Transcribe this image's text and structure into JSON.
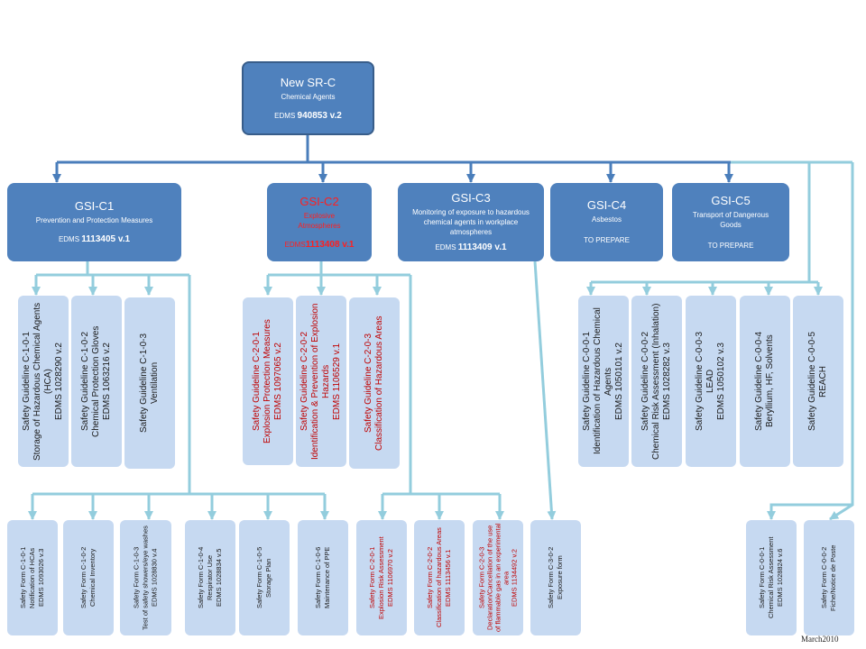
{
  "root": {
    "title": "New SR-C",
    "subtitle": "Chemical Agents",
    "edms_label": "EDMS ",
    "edms_value": "940853 v.2"
  },
  "gsi": {
    "c1": {
      "title": "GSI-C1",
      "desc": "Prevention and Protection Measures",
      "edms_label": "EDMS ",
      "edms_value": "1113405 v.1"
    },
    "c2": {
      "title": "GSI-C2",
      "desc": "Explosive Atmospheres",
      "edms_label": "EDMS",
      "edms_value": "1113408 v.1"
    },
    "c3": {
      "title": "GSI-C3",
      "desc": "Monitoring of exposure to hazardous chemical agents in workplace atmospheres",
      "edms_label": "EDMS ",
      "edms_value": "1113409 v.1"
    },
    "c4": {
      "title": "GSI-C4",
      "desc": "Asbestos",
      "status": "TO PREPARE"
    },
    "c5": {
      "title": "GSI-C5",
      "desc": "Transport of Dangerous Goods",
      "status": "TO PREPARE"
    }
  },
  "guidelines": [
    {
      "id": "Safety Guideline C-1-0-1",
      "name": "Storage of Hazardous Chemical Agents (HCA)",
      "edms": "EDMS 1028290 v.2"
    },
    {
      "id": "Safety Guideline C-1-0-2",
      "name": "Chemical Protection Gloves",
      "edms": "EDMS 1063216 v.2"
    },
    {
      "id": "Safety Guideline C-1-0-3",
      "name": "Ventilation"
    },
    {
      "id": "Safety Guideline C-2-0-1",
      "name": "Explosion Protection Measures",
      "edms": "EDMS 1097065 v.2"
    },
    {
      "id": "Safety Guideline C-2-0-2",
      "name": "Identification & Prevention of Explosion Hazards",
      "edms": "EDMS 1106529 v.1"
    },
    {
      "id": "Safety Guideline C-2-0-3",
      "name": "Classification of Hazardous Areas"
    },
    {
      "id": "Safety Guideline C-0-0-1",
      "name": "Identification of Hazardous Chemical Agents",
      "edms": "EDMS 1050101 v.2"
    },
    {
      "id": "Safety Guideline C-0-0-2",
      "name": "Chemical Risk Assessment (Inhalation)",
      "edms": "EDMS 1028282 v.3"
    },
    {
      "id": "Safety Guideline C-0-0-3",
      "name": "LEAD",
      "edms": "EDMS 1050102 v.3"
    },
    {
      "id": "Safety Guideline C-0-0-4",
      "name": "Beryllium, HF, Solvents"
    },
    {
      "id": "Safety Guideline C-0-0-5",
      "name": "REACH"
    }
  ],
  "forms": [
    {
      "id": "Safety Form C-1-0-1",
      "name": "Notification of HCAs",
      "edms": "EDMS 1093026 v.3"
    },
    {
      "id": "Safety Form C-1-0-2",
      "name": "Chemical Inventory"
    },
    {
      "id": "Safety Form C-1-0-3",
      "name": "Test of safety showers/eye washes",
      "edms": "EDMS 1028830 v.4"
    },
    {
      "id": "Safety Form C-1-0-4",
      "name": "Respirator Use",
      "edms": "EDMS 1028834 v.5"
    },
    {
      "id": "Safety Form C-1-0-5",
      "name": "Storage Plan"
    },
    {
      "id": "Safety Form C-1-0-6",
      "name": "Maintenance of PPE"
    },
    {
      "id": "Safety Form C-2-0-1",
      "name": "Explosion Risk Assessment",
      "edms": "EDMS 1106970 v.2"
    },
    {
      "id": "Safety Form C-2-0-2",
      "name": "Classification of hazardous Areas",
      "edms": "EDMS 1113456 v.1"
    },
    {
      "id": "Safety Form C-2-0-3",
      "name": "Declaration/Cancellation of the use of flammable gas in an experimental area",
      "edms": "EDMS 1134492 v.2"
    },
    {
      "id": "Safety Form C-3-0-2",
      "name": "Exposure form"
    },
    {
      "id": "Safety Form C-0-0-1",
      "name": "Chemical Risk Assessment",
      "edms": "EDMS 1028824 v.6"
    },
    {
      "id": "Safety Form C-0-0-2",
      "name": "Fiche/Notice de Poste"
    }
  ],
  "footer": {
    "date": "March2010"
  },
  "colors": {
    "primary": "#4f81bd",
    "border": "#385d8a",
    "light": "#c6d9f1",
    "conn_dark": "#4a7ebb",
    "conn_light": "#93cddd",
    "red": "#c00000"
  }
}
